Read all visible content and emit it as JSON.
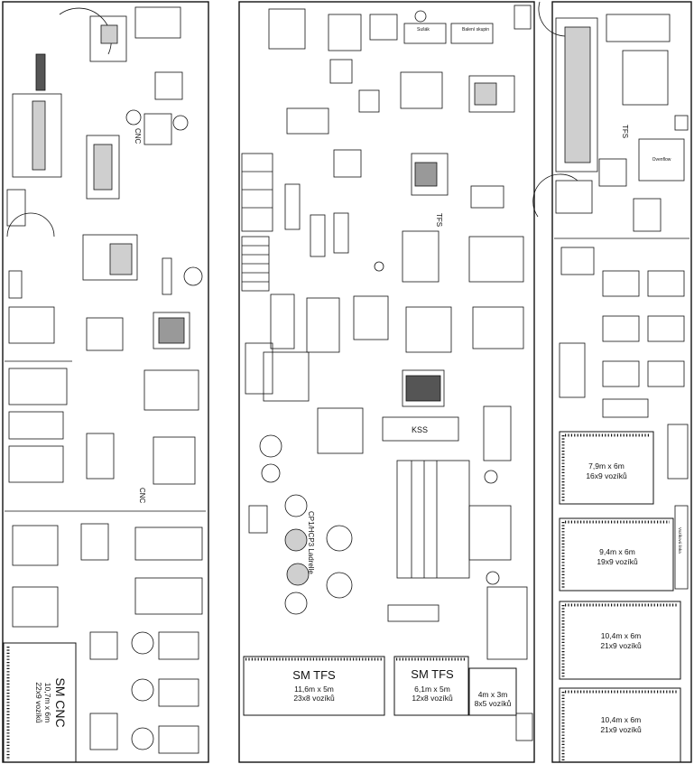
{
  "plan": {
    "halls": [
      {
        "id": "left",
        "labels": {
          "cnc_top": "CNC",
          "cnc_mid": "CNC"
        },
        "storage": {
          "title": "SM CNC",
          "size": "10,7m x 6m",
          "capacity": "22x9 vozíků"
        }
      },
      {
        "id": "middle",
        "labels": {
          "tfs": "TFS",
          "kss": "KSS",
          "line": "CP1/HCP3 Ladrelle",
          "note_a": "Sušák",
          "note_b": "Balení skupin"
        },
        "storage": [
          {
            "title": "SM TFS",
            "size": "11,6m x 5m",
            "capacity": "23x8 vozíků"
          },
          {
            "title": "SM TFS",
            "size": "6,1m x 5m",
            "capacity": "12x8 vozíků"
          },
          {
            "title": "",
            "size": "4m x 3m",
            "capacity": "8x5 vozíků"
          }
        ]
      },
      {
        "id": "right",
        "labels": {
          "tfs": "TFS",
          "oven": "Ovenflow",
          "side": "Vozíková linka"
        },
        "storage": [
          {
            "size": "7,9m x 6m",
            "capacity": "16x9 vozíků"
          },
          {
            "size": "9,4m x 6m",
            "capacity": "19x9 vozíků"
          },
          {
            "size": "10,4m x 6m",
            "capacity": "21x9 vozíků"
          },
          {
            "size": "10,4m x 6m",
            "capacity": "21x9 vozíků"
          }
        ]
      }
    ],
    "colors": {
      "line": "#111111",
      "background": "#ffffff",
      "fill": "#cfcfcf"
    }
  }
}
